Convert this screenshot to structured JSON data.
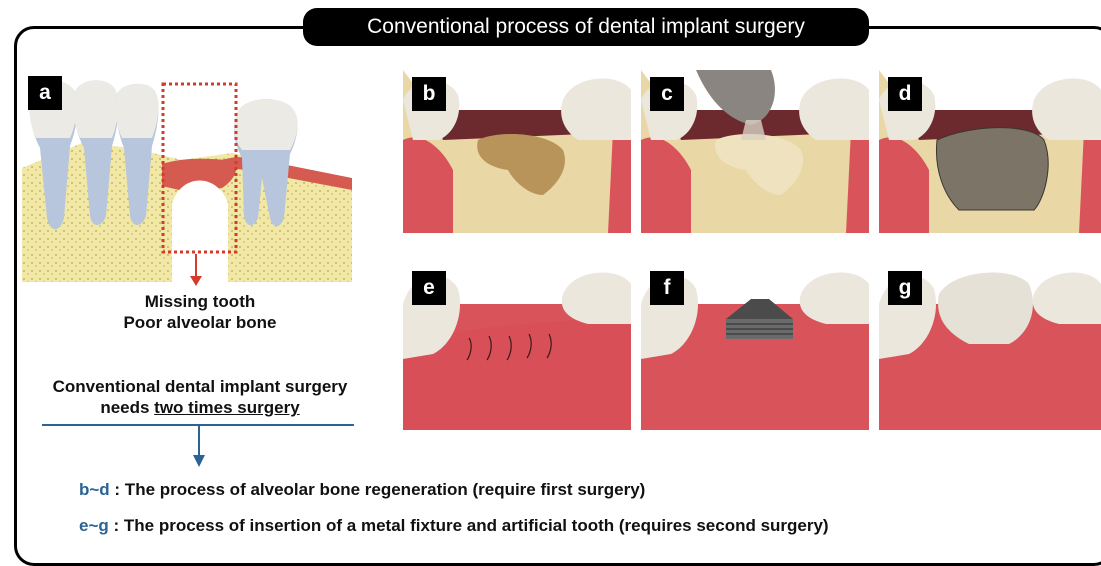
{
  "title": "Conventional process of dental implant surgery",
  "panels": {
    "a": "a",
    "b": "b",
    "c": "c",
    "d": "d",
    "e": "e",
    "f": "f",
    "g": "g"
  },
  "annotation_a": {
    "line1": "Missing tooth",
    "line2": "Poor alveolar bone"
  },
  "summary": {
    "line1": "Conventional dental implant surgery",
    "line2_prefix": "needs ",
    "line2_underlined": "two times surgery"
  },
  "legend": [
    {
      "key": "b~d",
      "text": " : The process of alveolar bone regeneration (require first surgery)"
    },
    {
      "key": "e~g",
      "text": " : The process of insertion of a metal fixture and artificial tooth (requires second surgery)"
    }
  ],
  "colors": {
    "arrow_red": "#d63a2b",
    "arrow_blue": "#2a6396",
    "gum": "#d9545a",
    "bone": "#e8d9a2",
    "tooth": "#e8e5dd"
  }
}
